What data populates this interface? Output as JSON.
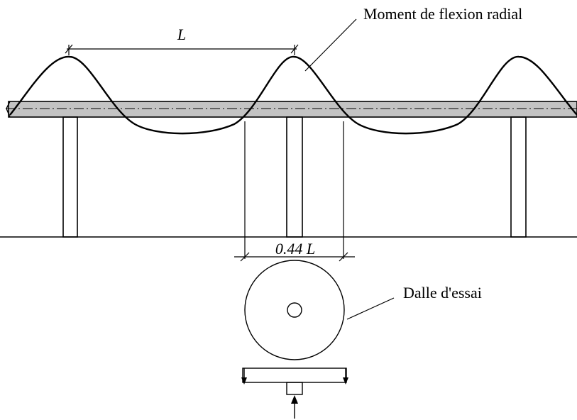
{
  "labels": {
    "span": "L",
    "moment_curve": "Moment de flexion radial",
    "specimen_width": "0.44 L",
    "test_slab": "Dalle d'essai"
  },
  "colors": {
    "slab_fill": "#c3c3c3",
    "ink": "#000000"
  }
}
